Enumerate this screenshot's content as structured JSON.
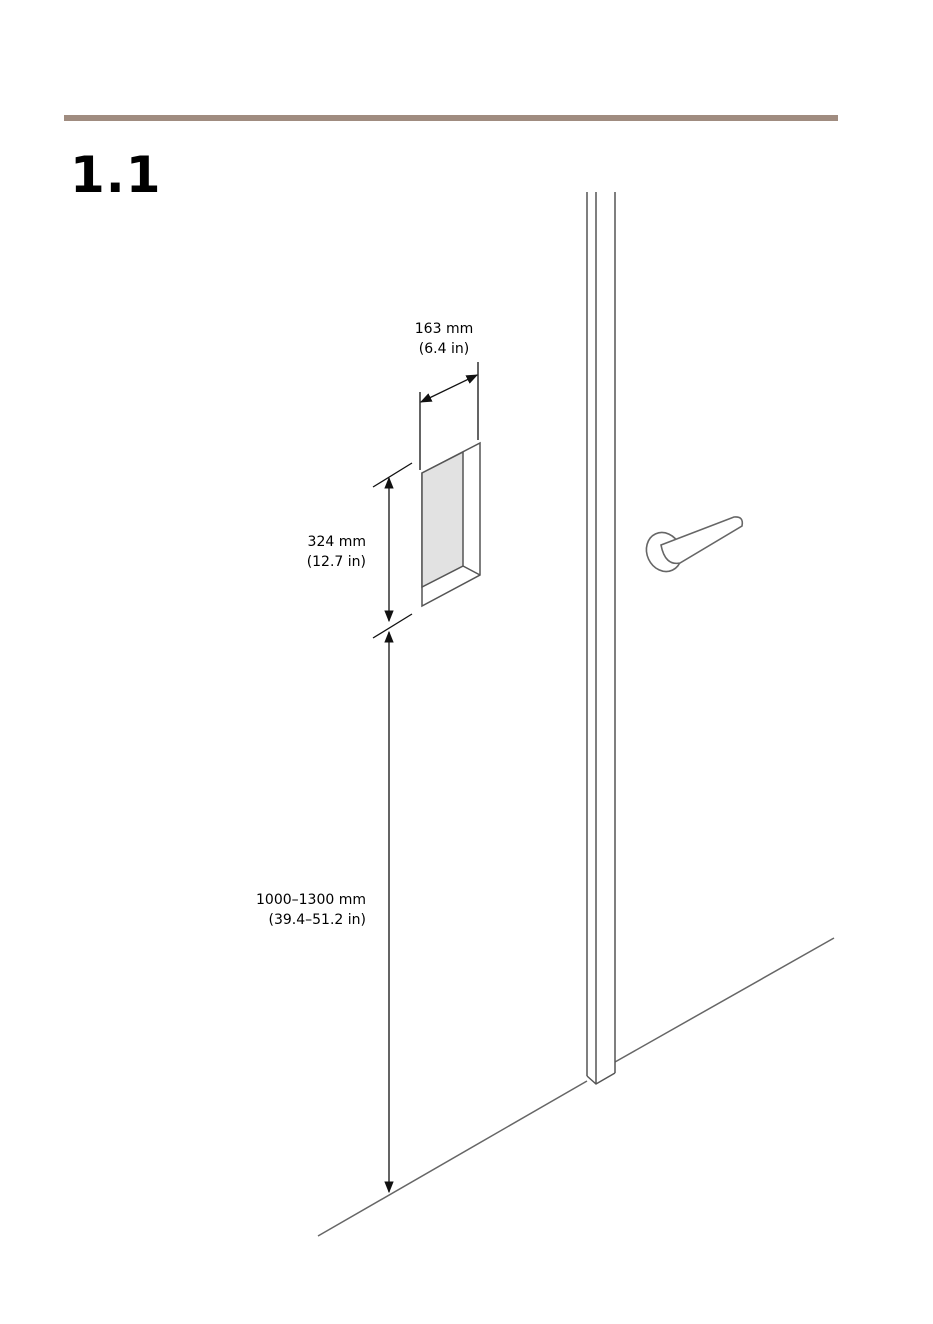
{
  "header": {
    "section_number": "1.1"
  },
  "dimensions": {
    "width": {
      "metric": "163 mm",
      "imperial": "(6.4 in)"
    },
    "height": {
      "metric": "324 mm",
      "imperial": "(12.7 in)"
    },
    "mounting_height": {
      "metric": "1000–1300 mm",
      "imperial": "(39.4–51.2 in)"
    }
  },
  "colors": {
    "rule": "#a08c80",
    "line": "#555555",
    "recess_fill": "#e2e2e2"
  }
}
